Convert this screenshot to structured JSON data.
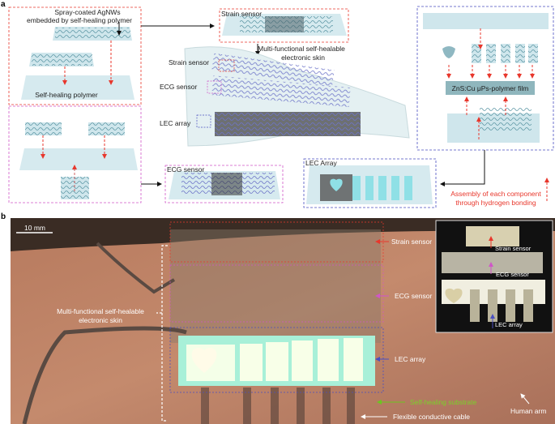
{
  "panel_a": {
    "label": "a",
    "spray_line1": "Spray-coated AgNWs",
    "spray_line2": "embedded by self-healing polymer",
    "self_healing_polymer": "Self-healing polymer",
    "strain_sensor_box": "Strain sensor",
    "eskin_line1": "Multi-functional self-healable",
    "eskin_line2": "electronic skin",
    "side_strain": "Strain sensor",
    "side_ecg": "ECG sensor",
    "side_lec": "LEC array",
    "ecg_box": "ECG sensor",
    "lec_box": "LEC Array",
    "film": "ZnS:Cu μPs-polymer film",
    "assembly_line1": "Assembly of each component",
    "assembly_line2": "through hydrogen bonding"
  },
  "panel_b": {
    "label": "b",
    "scale_bar": "10 mm",
    "eskin_line1": "Multi-functional self-healable",
    "eskin_line2": "electronic skin",
    "strain": "Strain sensor",
    "ecg": "ECG sensor",
    "lec": "LEC array",
    "substrate": "Self-healing substrate",
    "cable": "Flexible conductive cable",
    "arm": "Human arm",
    "inset": {
      "strain": "Strain sensor",
      "ecg": "ECG sensor",
      "lec": "LEC array"
    }
  },
  "colors": {
    "red": "#e8372c",
    "magenta": "#d056c8",
    "blue": "#4a4fc0",
    "green": "#6cc620",
    "slab": "#cfe6ec"
  }
}
